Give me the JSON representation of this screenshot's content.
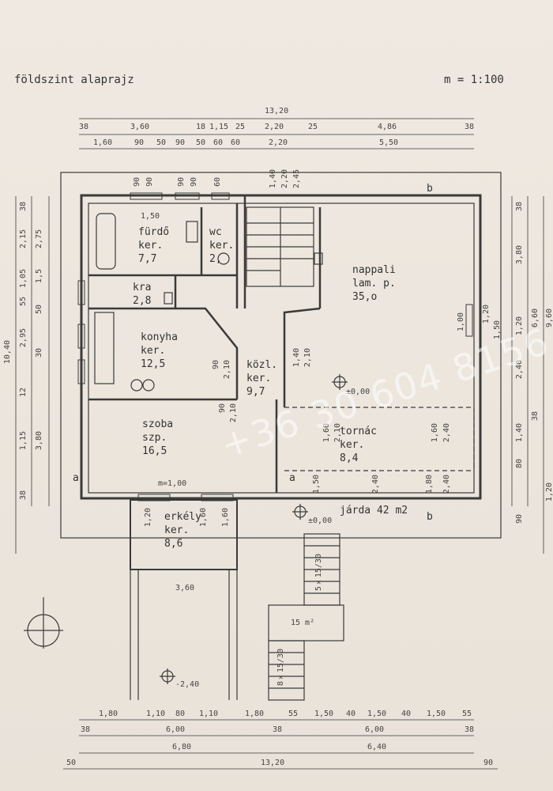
{
  "header": {
    "title": "földszint alaprajz",
    "scale": "m = 1:100"
  },
  "top_dims": {
    "overall": "13,20",
    "row1": [
      "38",
      "3,60",
      "18",
      "1,15",
      "25",
      "2,20",
      "25",
      "4,86",
      "38"
    ],
    "row2": [
      "1,60",
      "90",
      "50",
      "90",
      "50",
      "60",
      "60",
      "2,20",
      "5,50"
    ],
    "window_marks": [
      "90",
      "90",
      "60",
      "90",
      "90",
      "1,40",
      "2,20",
      "2,45"
    ]
  },
  "bottom_dims": {
    "row1": [
      "1,80",
      "1,10",
      "80",
      "1,10",
      "1,80",
      "55",
      "1,50",
      "40",
      "1,50",
      "40",
      "1,50",
      "55"
    ],
    "row2": [
      "38",
      "6,00",
      "38",
      "6,00",
      "38"
    ],
    "row3": [
      "6,80",
      "6,40"
    ],
    "row4": [
      "50",
      "13,20",
      "90"
    ]
  },
  "left_dims": [
    "38",
    "2,15",
    "2,75",
    "1,05",
    "1,5",
    "55",
    "50",
    "2,95",
    "30",
    "10,40",
    "12",
    "1,15",
    "3,80",
    "38"
  ],
  "right_dims": [
    "38",
    "3,80",
    "6,60",
    "9,60",
    "1,20",
    "2,40",
    "1,40",
    "38",
    "80",
    "90",
    "1,20"
  ],
  "rooms": [
    {
      "name": "fürdő",
      "sub": "ker.",
      "area": "7,7"
    },
    {
      "name": "wc",
      "sub": "ker.",
      "area": "2,"
    },
    {
      "name": "kra",
      "area": "2,8"
    },
    {
      "name": "konyha",
      "sub": "ker.",
      "area": "12,5"
    },
    {
      "name": "közl.",
      "sub": "ker.",
      "area": "9,7"
    },
    {
      "name": "szoba",
      "sub": "szp.",
      "area": "16,5"
    },
    {
      "name": "nappali",
      "sub": "lam. p.",
      "area": "35,o"
    },
    {
      "name": "tornác",
      "sub": "ker.",
      "area": "8,4"
    },
    {
      "name": "erkély",
      "sub": "ker.",
      "area": "8,6"
    }
  ],
  "labels": {
    "jarda": "járda 42 m2",
    "level1": "±0,00",
    "level2": "±0,00",
    "level3": "-2,40",
    "stair_area": "15 m²",
    "stair_a": "5×15/30",
    "stair_b": "8×15/30",
    "balcony_width": "3,60",
    "door_dim": "m=1,00",
    "section_a1": "a",
    "section_a2": "a",
    "section_b1": "b",
    "section_b2": "b",
    "kitchen_dims": [
      "90",
      "2,10"
    ],
    "hall_dims": [
      "1,40",
      "2,10"
    ],
    "room_dims": [
      "90",
      "2,10"
    ],
    "bath_dim": "1,50",
    "living_dims": [
      "1,00",
      "1,20",
      "1,50"
    ],
    "porch_dims": [
      "1,60",
      "2,10",
      "1,60",
      "2,40"
    ],
    "walk_dims": [
      "1,50",
      "2,40",
      "1,80",
      "2,40"
    ],
    "balc_dims": [
      "1,20",
      "1,60",
      "1,60"
    ]
  },
  "watermark": "+36 30 604 8156",
  "colors": {
    "ink": "#3a3a3a",
    "paper": "#ece6de"
  }
}
